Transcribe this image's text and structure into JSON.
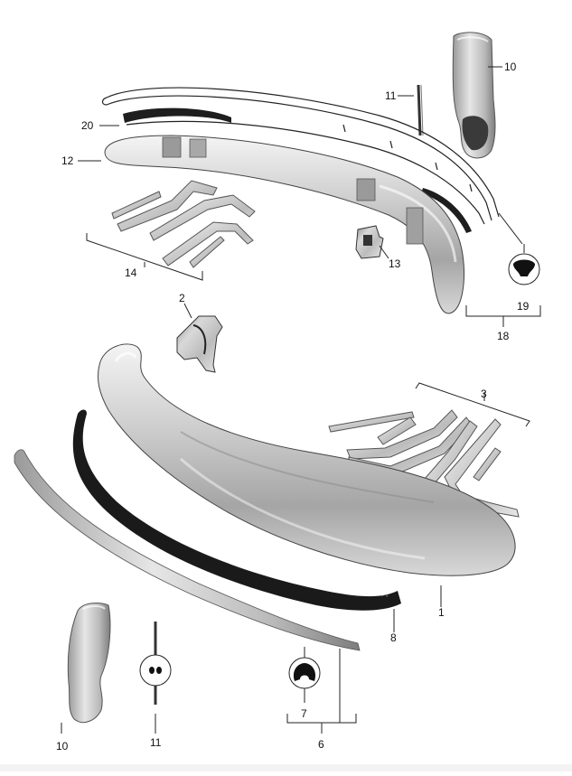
{
  "diagram": {
    "parts": [
      {
        "id": "p10_top",
        "label": "10",
        "name": "bumper-guard"
      },
      {
        "id": "p11_top",
        "label": "11",
        "name": "guard-seal"
      },
      {
        "id": "p20",
        "label": "20",
        "name": "bumper-seal"
      },
      {
        "id": "p12",
        "label": "12",
        "name": "rear-bumper"
      },
      {
        "id": "p14",
        "label": "14",
        "name": "bumper-brackets-set"
      },
      {
        "id": "p13",
        "label": "13",
        "name": "bracket-clip"
      },
      {
        "id": "p19",
        "label": "19",
        "name": "trim-clip"
      },
      {
        "id": "p18",
        "label": "18",
        "name": "trim-strip-group"
      },
      {
        "id": "p2",
        "label": "2",
        "name": "mounting-bracket"
      },
      {
        "id": "p3",
        "label": "3",
        "name": "front-bumper-brackets-set"
      },
      {
        "id": "p1",
        "label": "1",
        "name": "front-bumper"
      },
      {
        "id": "p8",
        "label": "8",
        "name": "front-bumper-seal"
      },
      {
        "id": "p7",
        "label": "7",
        "name": "front-trim-clip"
      },
      {
        "id": "p6",
        "label": "6",
        "name": "front-trim-strip-group"
      },
      {
        "id": "p11_bot",
        "label": "11",
        "name": "guard-seal-lower"
      },
      {
        "id": "p10_bot",
        "label": "10",
        "name": "bumper-guard-lower"
      }
    ],
    "colors": {
      "chrome_light": "#e9e9e9",
      "chrome_mid": "#bdbdbd",
      "chrome_dark": "#7a7a7a",
      "seal": "#1a1a1a",
      "line": "#222222"
    }
  }
}
